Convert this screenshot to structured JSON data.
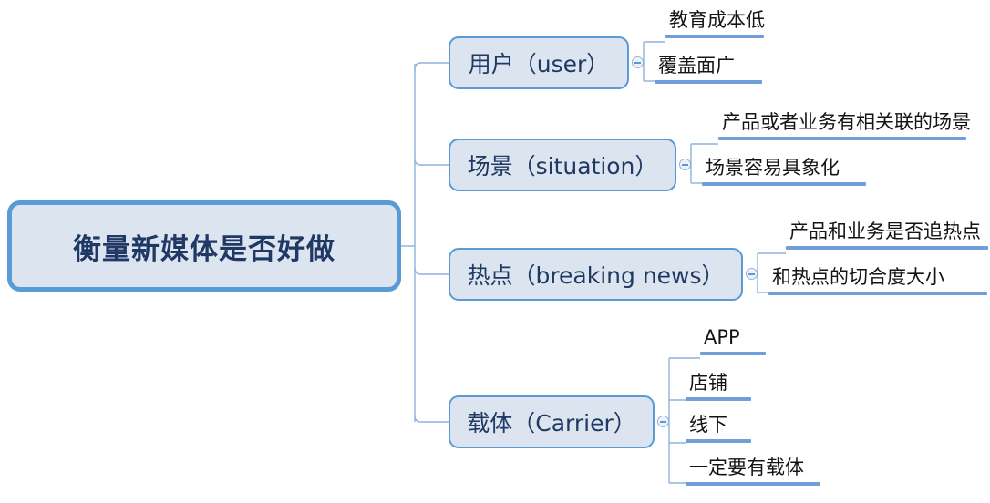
{
  "diagram": {
    "type": "mind-map",
    "title": "衡量新媒体是否好做",
    "colors": {
      "node_fill": "#dce4f0",
      "node_border": "#5b9bd5",
      "node_text": "#1f3864",
      "leaf_rule": "#6f9fd8",
      "leaf_text": "#141414",
      "connector": "#8fb4db",
      "background": "#ffffff"
    },
    "root": {
      "label": "衡量新媒体是否好做"
    },
    "branches": [
      {
        "label": "用户（user）",
        "collapse_icon": "minus-circle-icon",
        "leaves": [
          {
            "label": "教育成本低"
          },
          {
            "label": "覆盖面广"
          }
        ]
      },
      {
        "label": "场景（situation）",
        "collapse_icon": "minus-circle-icon",
        "leaves": [
          {
            "label": "产品或者业务有相关联的场景"
          },
          {
            "label": "场景容易具象化"
          }
        ]
      },
      {
        "label": "热点（breaking news）",
        "collapse_icon": "minus-circle-icon",
        "leaves": [
          {
            "label": "产品和业务是否追热点"
          },
          {
            "label": "和热点的切合度大小"
          }
        ]
      },
      {
        "label": "载体（Carrier）",
        "collapse_icon": "minus-circle-icon",
        "leaves": [
          {
            "label": "APP"
          },
          {
            "label": "店铺"
          },
          {
            "label": "线下"
          },
          {
            "label": "一定要有载体"
          }
        ]
      }
    ]
  }
}
